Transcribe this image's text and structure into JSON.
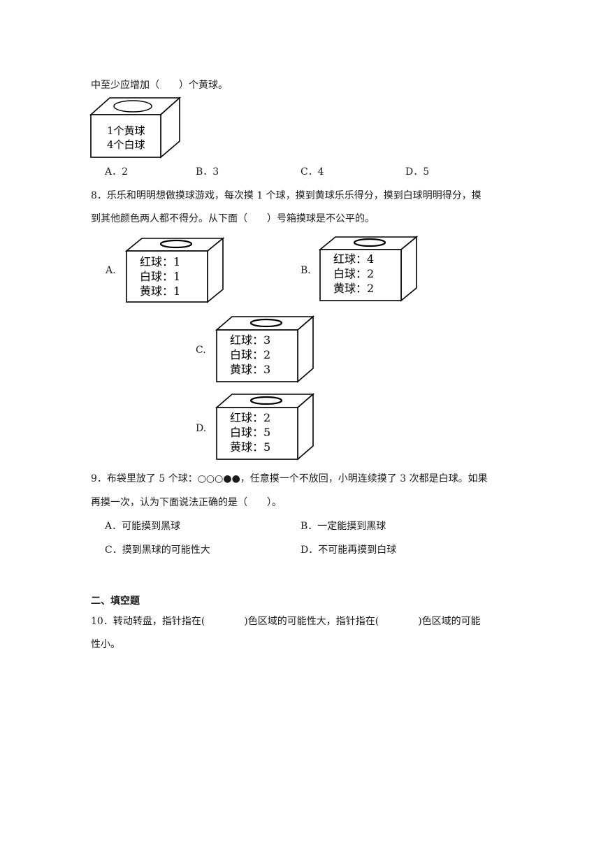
{
  "q7": {
    "stem_tail": "中至少应增加（　　）个黄球。",
    "box_lines": [
      "1个黄球",
      "4个白球"
    ],
    "options": [
      "A．2",
      "B．3",
      "C．4",
      "D．5"
    ]
  },
  "q8": {
    "line1": "8．乐乐和明明想做摸球游戏，每次摸 1 个球，摸到黄球乐乐得分，摸到白球明明得分，摸",
    "line2": "到其他颜色两人都不得分。从下面（　　）号箱摸球是不公平的。",
    "boxes": [
      {
        "label": "A.",
        "lines": [
          "红球：1",
          "白球：1",
          "黄球：1"
        ]
      },
      {
        "label": "B.",
        "lines": [
          "红球：4",
          "白球：2",
          "黄球：2"
        ]
      },
      {
        "label": "C.",
        "lines": [
          "红球：3",
          "白球：2",
          "黄球：3"
        ]
      },
      {
        "label": "D.",
        "lines": [
          "红球：2",
          "白球：5",
          "黄球：5"
        ]
      }
    ]
  },
  "q9": {
    "line1": "9．布袋里放了 5 个球：○○○●●，任意摸一个不放回，小明连续摸了 3 次都是白球。如果",
    "line2": "再摸一次，认为下面说法正确的是（　　）。",
    "options": [
      "A．可能摸到黑球",
      "B．一定能摸到黑球",
      "C．摸到黑球的可能性大",
      "D．不可能再摸到白球"
    ]
  },
  "section2": {
    "title": "二、填空题"
  },
  "q10": {
    "line1": "10．转动转盘，指针指在(　　　　)色区域的可能性大，指针指在(　　　　)色区域的可能",
    "line2": "性小。"
  }
}
